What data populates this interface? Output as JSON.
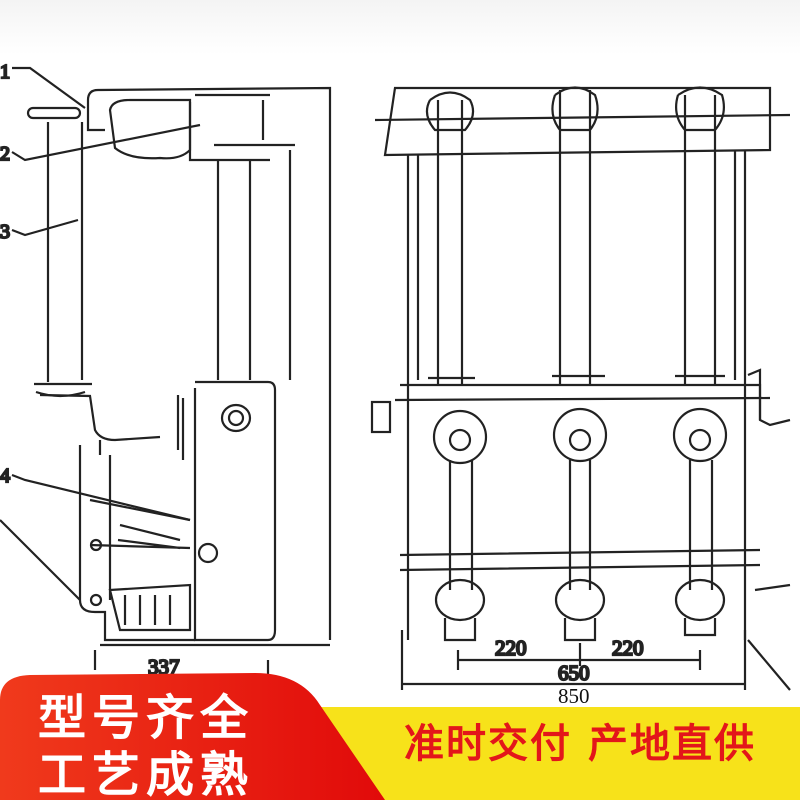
{
  "drawing": {
    "callouts": [
      "1",
      "2",
      "3",
      "4"
    ],
    "dimensions": {
      "side_width": "337",
      "phase_spacing_left": "220",
      "phase_spacing_right": "220",
      "phase_span": "650",
      "overall_width": "850"
    }
  },
  "banner": {
    "left_line1": "型号齐全",
    "left_line2": "工艺成熟",
    "right_text": "准时交付 产地直供",
    "colors": {
      "red": "#e8150f",
      "yellow": "#f7e21a",
      "text_red": "#e3161a"
    }
  }
}
